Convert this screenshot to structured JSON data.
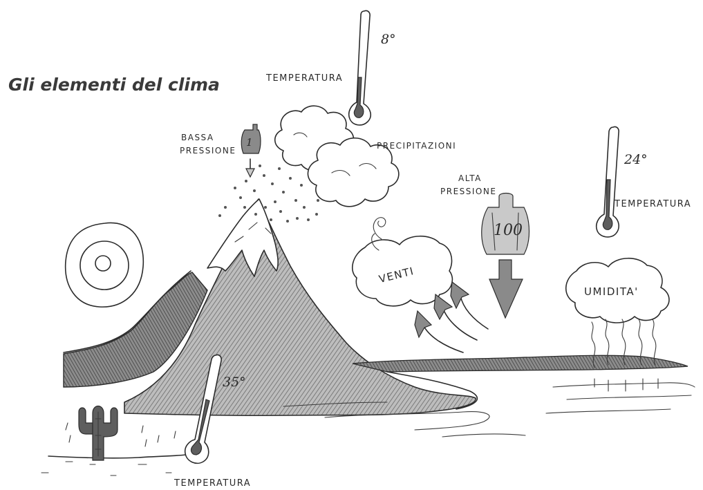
{
  "title": "Gli elementi del clima",
  "labels": {
    "temp_top": "TEMPERATURA",
    "temp_top_value": "8°",
    "bassa_pressione_line1": "BASSA",
    "bassa_pressione_line2": "PRESSIONE",
    "bassa_pressione_value": "1",
    "precipitazioni": "PRECIPITAZIONI",
    "alta_pressione_line1": "ALTA",
    "alta_pressione_line2": "PRESSIONE",
    "alta_pressione_value": "100",
    "temp_right": "TEMPERATURA",
    "temp_right_value": "24°",
    "venti": "VENTI",
    "umidita": "UMIDITA'",
    "temp_bottom": "TEMPERATURA",
    "temp_bottom_value": "35°"
  }
}
